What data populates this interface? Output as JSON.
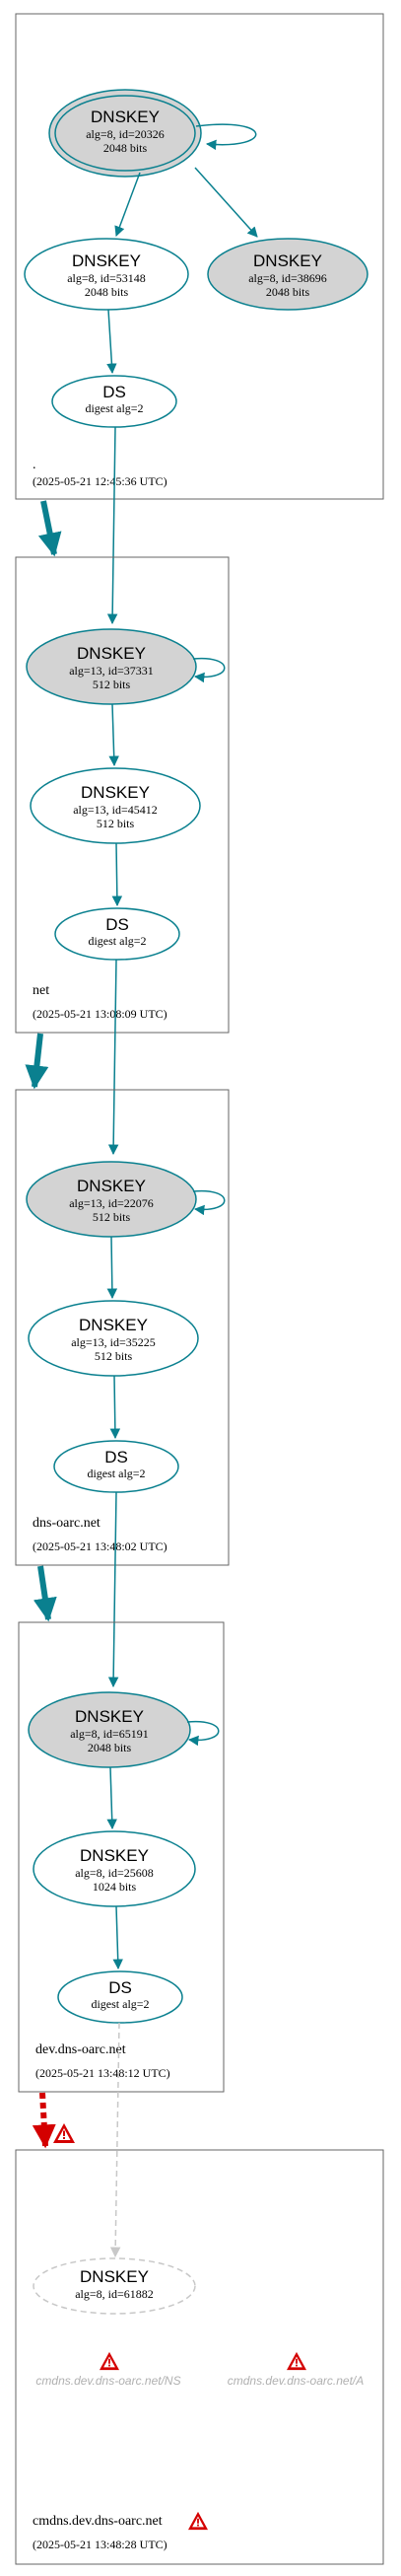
{
  "colors": {
    "edge": "#0a808f",
    "box": "#666666",
    "sep_fill": "#d3d3d3",
    "error": "#d40000",
    "ghost": "#c8c8c8",
    "query_text": "#b0b0b0"
  },
  "zones": [
    {
      "name": ".",
      "date": "(2025-05-21 12:45:36 UTC)",
      "nodes": [
        {
          "title": "DNSKEY",
          "lines": [
            "alg=8, id=20326",
            "2048 bits"
          ],
          "style": "ksk-trust-anchor"
        },
        {
          "title": "DNSKEY",
          "lines": [
            "alg=8, id=53148",
            "2048 bits"
          ],
          "style": "zsk"
        },
        {
          "title": "DNSKEY",
          "lines": [
            "alg=8, id=38696",
            "2048 bits"
          ],
          "style": "ksk"
        },
        {
          "title": "DS",
          "lines": [
            "digest alg=2"
          ],
          "style": "ds"
        }
      ]
    },
    {
      "name": "net",
      "date": "(2025-05-21 13:08:09 UTC)",
      "nodes": [
        {
          "title": "DNSKEY",
          "lines": [
            "alg=13, id=37331",
            "512 bits"
          ],
          "style": "ksk"
        },
        {
          "title": "DNSKEY",
          "lines": [
            "alg=13, id=45412",
            "512 bits"
          ],
          "style": "zsk"
        },
        {
          "title": "DS",
          "lines": [
            "digest alg=2"
          ],
          "style": "ds"
        }
      ]
    },
    {
      "name": "dns-oarc.net",
      "date": "(2025-05-21 13:48:02 UTC)",
      "nodes": [
        {
          "title": "DNSKEY",
          "lines": [
            "alg=13, id=22076",
            "512 bits"
          ],
          "style": "ksk"
        },
        {
          "title": "DNSKEY",
          "lines": [
            "alg=13, id=35225",
            "512 bits"
          ],
          "style": "zsk"
        },
        {
          "title": "DS",
          "lines": [
            "digest alg=2"
          ],
          "style": "ds"
        }
      ]
    },
    {
      "name": "dev.dns-oarc.net",
      "date": "(2025-05-21 13:48:12 UTC)",
      "nodes": [
        {
          "title": "DNSKEY",
          "lines": [
            "alg=8, id=65191",
            "2048 bits"
          ],
          "style": "ksk"
        },
        {
          "title": "DNSKEY",
          "lines": [
            "alg=8, id=25608",
            "1024 bits"
          ],
          "style": "zsk"
        },
        {
          "title": "DS",
          "lines": [
            "digest alg=2"
          ],
          "style": "ds"
        }
      ]
    },
    {
      "name": "cmdns.dev.dns-oarc.net",
      "date": "(2025-05-21 13:48:28 UTC)",
      "nodes": [
        {
          "title": "DNSKEY",
          "lines": [
            "alg=8, id=61882"
          ],
          "style": "ghost"
        }
      ],
      "queries": [
        "cmdns.dev.dns-oarc.net/NS",
        "cmdns.dev.dns-oarc.net/A"
      ]
    }
  ]
}
